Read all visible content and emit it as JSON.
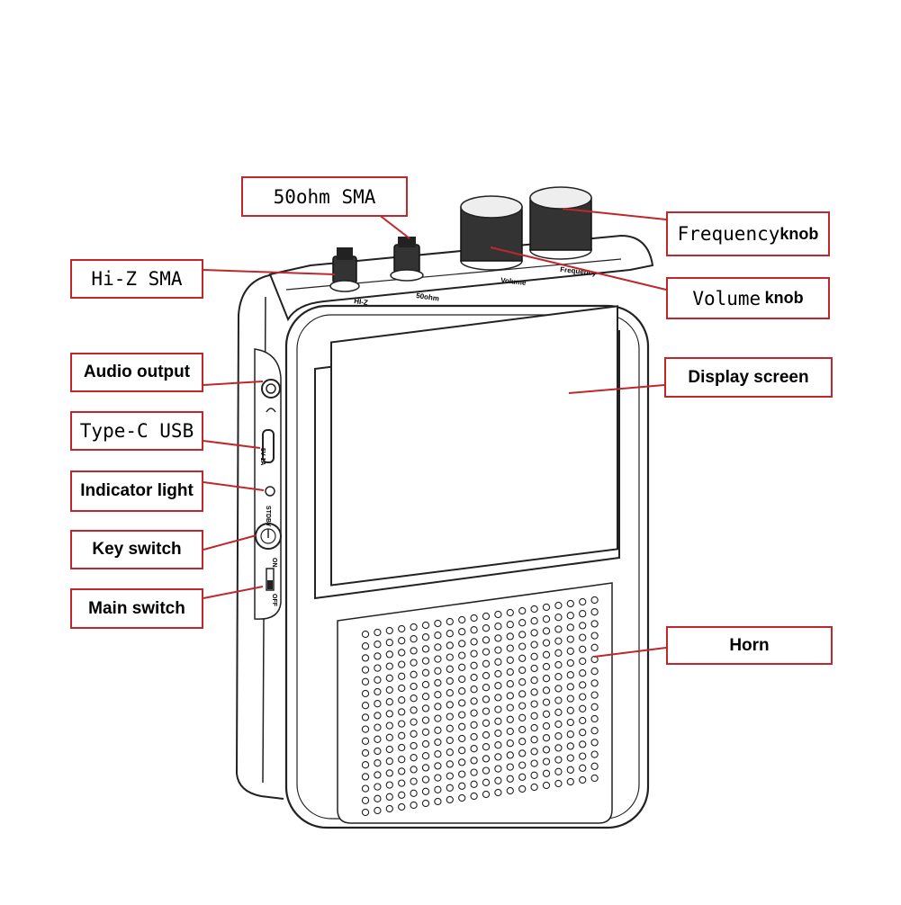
{
  "labels": {
    "sma_50ohm": "50ohm SMA",
    "hiz_sma": "Hi-Z SMA",
    "frequency_main": "Frequency",
    "frequency_suffix": "knob",
    "volume_main": "Volume",
    "volume_suffix": "knob",
    "audio_output": "Audio output",
    "display_screen": "Display screen",
    "type_c_usb": "Type-C USB",
    "indicator_light": "Indicator light",
    "key_switch": "Key switch",
    "main_switch": "Main switch",
    "horn": "Horn"
  },
  "device_marks": {
    "hiz": "HI-Z",
    "ohm50": "50ohm",
    "volume": "Volume",
    "frequency": "Frequency",
    "usb": "5V 1A",
    "standby": "STDBY",
    "on": "ON",
    "off": "OFF"
  },
  "colors": {
    "callout": "#c0272d",
    "outline": "#222222"
  }
}
